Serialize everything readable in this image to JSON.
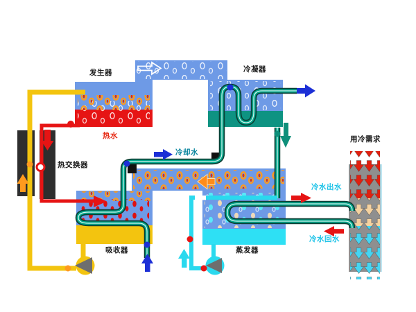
{
  "diagram": {
    "title": "absorption chiller cycle diagram",
    "labels": {
      "generator": "发生器",
      "condenser": "冷凝器",
      "hot_water": "热水",
      "heat_exchanger": "热交换器",
      "cooling_water": "冷却水",
      "absorber": "吸收器",
      "evaporator": "蒸发器",
      "cooling_demand": "用冷需求",
      "chilled_water_out": "冷水出水",
      "chilled_water_return": "冷水回水"
    },
    "colors": {
      "vessel_blue": "#6e9ae6",
      "hot_red": "#e61414",
      "solution_yellow": "#f3c40f",
      "pipe_teal": "#00a78c",
      "pipe_outline": "#0b4035",
      "condensate_teal": "#0e9382",
      "chilled_cyan": "#2ad9ee",
      "demand_gray": "#8f8f8f",
      "arrow_blue": "#1c2fd6",
      "droplet_orange": "#ff9a1e",
      "warm_cream": "#f5d2a0",
      "label_cyan": "#1ec3e8",
      "hx_black": "#2e2e2e"
    },
    "icons": {
      "vapor-flow-arrow": "→ (white outline, generator→condenser)",
      "refrigerant-vapor-arrow": "← (orange, evaporator→absorber)",
      "cooling-water-flow-arrow": "→ (blue)",
      "cooling-water-outlet-arrow": "→ (blue, condenser outlet)",
      "cooling-water-inlet-arrow": "↑ (blue, absorber inlet)",
      "condensate-down-arrow": "↓ (teal)",
      "hot-solution-down-arrow": "↓ (red, heat exchanger)",
      "dilute-solution-up-arrow": "↑ (orange, heat exchanger)",
      "spray-recirculation-arrow": "↑ (cyan, evaporator pump)",
      "chilled-out-arrow": "→ (red)",
      "chilled-return-arrow": "← (red)",
      "demand-heat-arrows": "↓↓↓ (red / cream / cyan columns)"
    }
  }
}
